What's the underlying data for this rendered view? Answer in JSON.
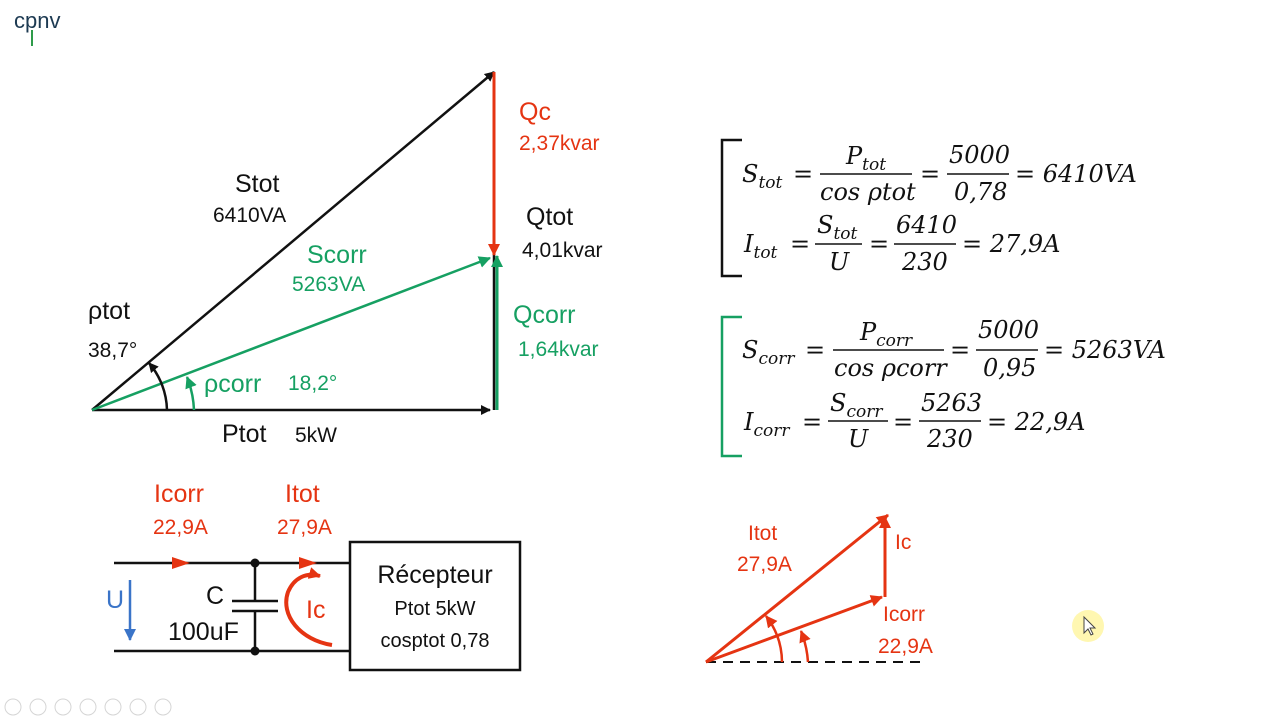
{
  "colors": {
    "black": "#111111",
    "red": "#e53412",
    "green": "#16a062",
    "blue": "#3a74c8",
    "cursor": "#fff6a8"
  },
  "logo": "cpnv",
  "power_triangle": {
    "stot_label": "Stot",
    "stot_value": "6410VA",
    "scorr_label": "Scorr",
    "scorr_value": "5263VA",
    "qc_label": "Qc",
    "qc_value": "2,37kvar",
    "qtot_label": "Qtot",
    "qtot_value": "4,01kvar",
    "qcorr_label": "Qcorr",
    "qcorr_value": "1,64kvar",
    "phitot_label": "ρtot",
    "phitot_value": "38,7°",
    "phicorr_label": "ρcorr",
    "phicorr_value": "18,2°",
    "ptot_label": "Ptot",
    "ptot_value": "5kW"
  },
  "equations": {
    "stot": {
      "lhs": "S",
      "lhs_sub": "tot",
      "num": "P",
      "num_sub": "tot",
      "den": "cos ρtot",
      "num2": "5000",
      "den2": "0,78",
      "result": "= 6410VA"
    },
    "itot": {
      "lhs": "I",
      "lhs_sub": "tot",
      "num": "S",
      "num_sub": "tot",
      "den": "U",
      "num2": "6410",
      "den2": "230",
      "result": "= 27,9A"
    },
    "scorr": {
      "lhs": "S",
      "lhs_sub": "corr",
      "num": "P",
      "num_sub": "corr",
      "den": "cos ρcorr",
      "num2": "5000",
      "den2": "0,95",
      "result": "= 5263VA"
    },
    "icorr": {
      "lhs": "I",
      "lhs_sub": "corr",
      "num": "S",
      "num_sub": "corr",
      "den": "U",
      "num2": "5263",
      "den2": "230",
      "result": "= 22,9A"
    }
  },
  "circuit": {
    "icorr_label": "Icorr",
    "icorr_value": "22,9A",
    "itot_label": "Itot",
    "itot_value": "27,9A",
    "u_label": "U",
    "c_label": "C",
    "c_value": "100uF",
    "ic_label": "Ic",
    "receiver_title": "Récepteur",
    "receiver_line1": "Ptot 5kW",
    "receiver_line2": "cosptot 0,78"
  },
  "current_diagram": {
    "itot_label": "Itot",
    "itot_value": "27,9A",
    "ic_label": "Ic",
    "icorr_label": "Icorr",
    "icorr_value": "22,9A"
  }
}
